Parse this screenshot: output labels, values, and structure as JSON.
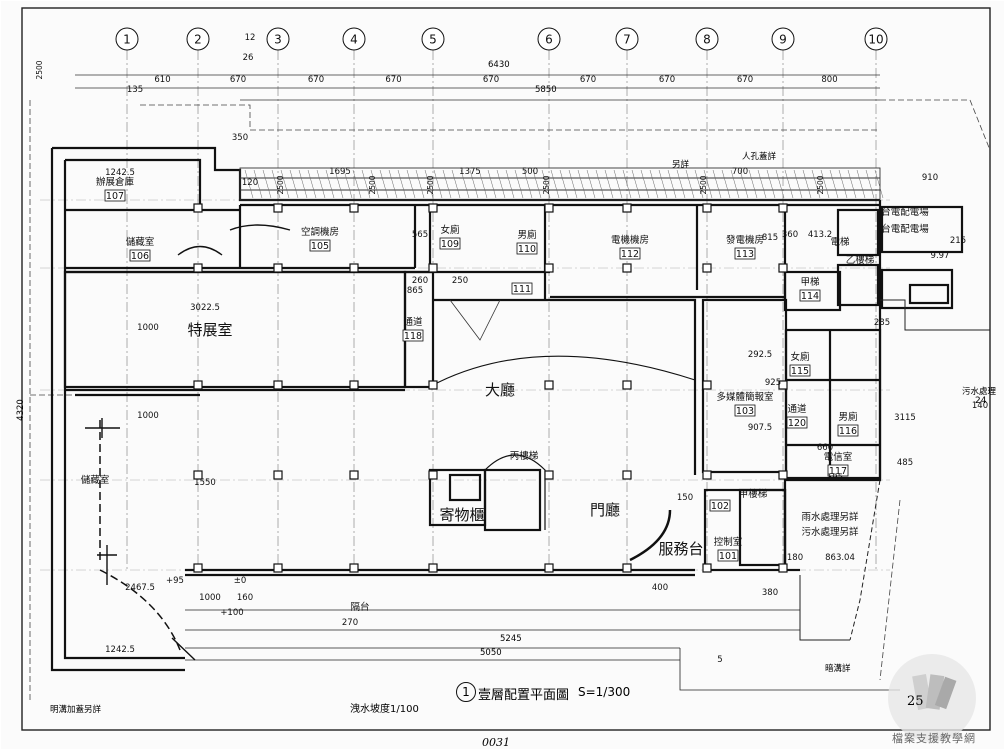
{
  "sheet": {
    "title": "壹層配置平面圖",
    "scale": "S=1/300",
    "title_number": "1",
    "drain_slope": "洩水坡度1/100",
    "page_number": "25",
    "watermark": "檔案支援教學網",
    "handwritten_number": "0031",
    "note_trench": "明溝加蓋另詳",
    "note_drain": "暗溝詳",
    "note_manhole": "人孔蓋詳",
    "note_sewage": "污水處理",
    "note_sewage_value": "24",
    "note_other_detail": "另詳"
  },
  "grid_axes": [
    "1",
    "2",
    "3",
    "4",
    "5",
    "6",
    "7",
    "8",
    "9",
    "10"
  ],
  "dimensions": {
    "overall_top": "6430",
    "spans": [
      "610",
      "670",
      "670",
      "670",
      "670",
      "670",
      "670",
      "670",
      "800"
    ],
    "sub_span": "5850",
    "bottom_span_1": "5245",
    "bottom_span_2": "5050",
    "left_vertical": "4320",
    "misc": [
      "1242.5",
      "3022.5",
      "2467.5",
      "1242.5",
      "1695",
      "1375",
      "500",
      "700",
      "910",
      "1000",
      "1550",
      "1000",
      "1000",
      "925",
      "292.5",
      "907.5",
      "865",
      "815",
      "565",
      "260",
      "250",
      "135",
      "350",
      "12",
      "26",
      "120",
      "160",
      "270",
      "400",
      "380",
      "360",
      "413.2",
      "9.97",
      "215",
      "285",
      "485",
      "3115",
      "140",
      "660",
      "195",
      "150",
      "180",
      "863.04",
      "+100",
      "+95",
      "±0",
      "5"
    ],
    "top_sub": [
      "2500",
      "2500",
      "2500",
      "2500",
      "2500",
      "2500",
      "2500"
    ]
  },
  "rooms": [
    {
      "no": "107",
      "name": "辦展倉庫"
    },
    {
      "no": "106",
      "name": "儲藏室"
    },
    {
      "no": "105",
      "name": "空調機房"
    },
    {
      "no": "109",
      "name": "女廁"
    },
    {
      "no": "110",
      "name": "男廁"
    },
    {
      "no": "111",
      "name": ""
    },
    {
      "no": "112",
      "name": "電機機房"
    },
    {
      "no": "113",
      "name": "發電機房"
    },
    {
      "no": "114",
      "name": "甲梯"
    },
    {
      "no": "115",
      "name": "女廁"
    },
    {
      "no": "116",
      "name": "男廁"
    },
    {
      "no": "117",
      "name": "電信室"
    },
    {
      "no": "118",
      "name": "通道"
    },
    {
      "no": "103",
      "name": "多媒體簡報室"
    },
    {
      "no": "102",
      "name": ""
    },
    {
      "no": "101",
      "name": "控制室"
    },
    {
      "no": "120",
      "name": "通道"
    },
    {
      "no": "",
      "name": "特展室"
    },
    {
      "no": "",
      "name": "大廳"
    },
    {
      "no": "",
      "name": "門廳"
    },
    {
      "no": "",
      "name": "寄物櫃"
    },
    {
      "no": "",
      "name": "服務台"
    },
    {
      "no": "",
      "name": "丙樓梯"
    },
    {
      "no": "",
      "name": "乙樓梯"
    },
    {
      "no": "",
      "name": "甲樓梯"
    },
    {
      "no": "",
      "name": "儲藏室"
    },
    {
      "no": "",
      "name": "電梯"
    },
    {
      "no": "",
      "name": "台電配電場"
    },
    {
      "no": "",
      "name": "台電配電場"
    },
    {
      "no": "",
      "name": "隔台"
    },
    {
      "no": "",
      "name": "雨水處理另詳"
    },
    {
      "no": "",
      "name": "污水處理另詳"
    }
  ]
}
